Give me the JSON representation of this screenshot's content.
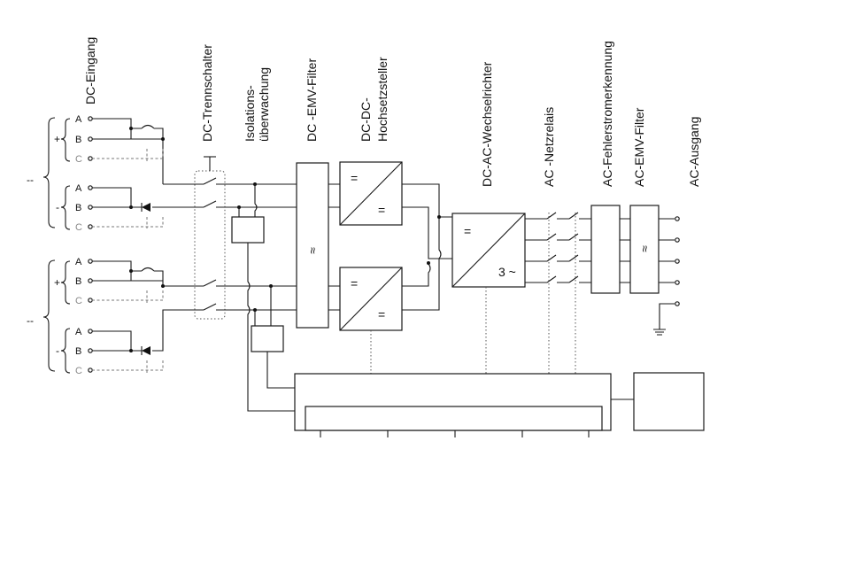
{
  "headers": {
    "dc_eingang": "DC-Eingang",
    "dc_trennschalter": "DC-Trennschalter",
    "isolation_1": "Isolations-",
    "isolation_2": "überwachung",
    "dc_emv": "DC -EMV-Filter",
    "hochsetz_1": "DC-DC-",
    "hochsetz_2": "Hochsetzsteller",
    "wechselrichter": "DC-AC-Wechselrichter",
    "netzrelais": "AC -Netzrelais",
    "fehlerstrom": "AC-Fehlerstromerkennung",
    "ac_emv": "AC-EMV-Filter",
    "ac_ausgang": "AC-Ausgang"
  },
  "terminals": {
    "a": "A",
    "b": "B",
    "c": "C"
  },
  "signs": {
    "plus": "+",
    "minus": "-",
    "double_dash": "--"
  },
  "symbols": {
    "dc": "=",
    "filter": "≈",
    "three_phase": "3 ~"
  }
}
